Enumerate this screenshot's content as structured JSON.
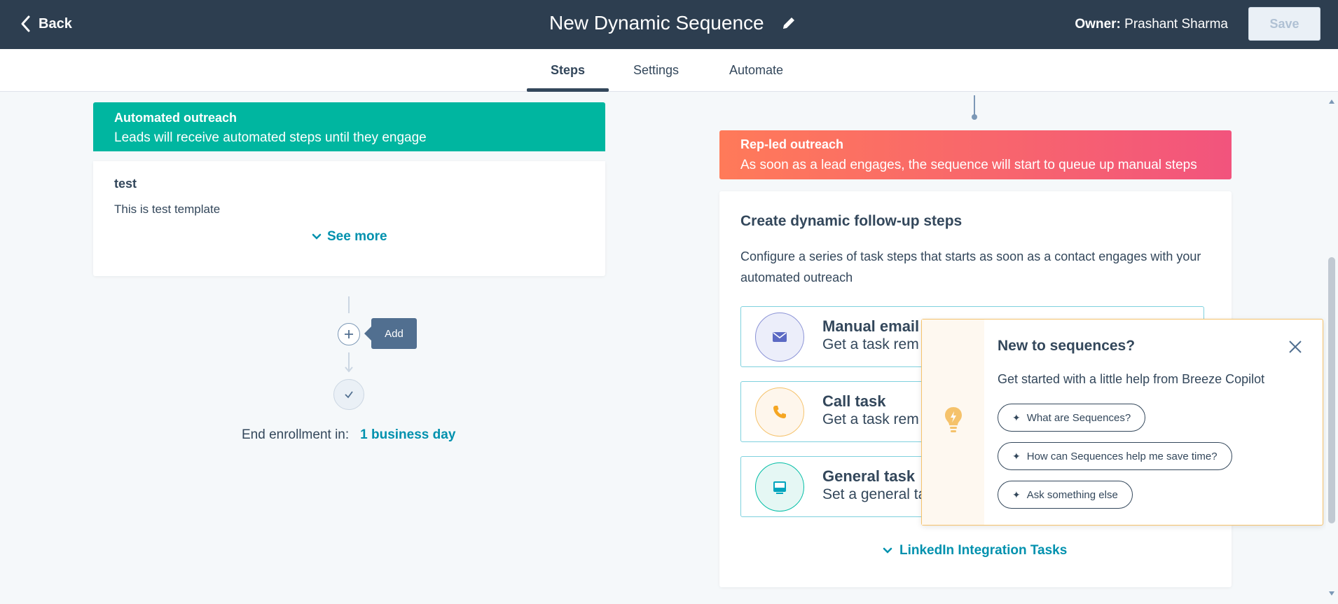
{
  "header": {
    "back_label": "Back",
    "title": "New Dynamic Sequence",
    "owner_label": "Owner:",
    "owner_name": "Prashant Sharma",
    "save_label": "Save"
  },
  "tabs": [
    {
      "label": "Steps",
      "active": true
    },
    {
      "label": "Settings",
      "active": false
    },
    {
      "label": "Automate",
      "active": false
    }
  ],
  "automated": {
    "title": "Automated outreach",
    "subtitle": "Leads will receive automated steps until they engage",
    "color": "#00b6a0",
    "step": {
      "title": "test",
      "body": "This is test template",
      "see_more": "See more"
    },
    "add_tooltip": "Add",
    "end_enrollment_label": "End enrollment in:",
    "end_enrollment_value": "1 business day"
  },
  "rep_led": {
    "title": "Rep-led outreach",
    "subtitle": "As soon as a lead engages, the sequence will start to queue up manual steps",
    "gradient": [
      "#ff7a59",
      "#f2547d"
    ]
  },
  "dynamic": {
    "title": "Create dynamic follow-up steps",
    "description": "Configure a series of task steps that starts as soon as a contact engages with your automated outreach",
    "tasks": [
      {
        "name": "Manual email",
        "desc": "Get a task rem",
        "icon": "envelope-icon"
      },
      {
        "name": "Call task",
        "desc": "Get a task rem",
        "icon": "phone-icon"
      },
      {
        "name": "General task",
        "desc": "Set a general ta",
        "icon": "task-card-icon"
      }
    ],
    "linkedin_label": "LinkedIn Integration Tasks"
  },
  "popup": {
    "title": "New to sequences?",
    "subtitle": "Get started with a little help from Breeze Copilot",
    "chips": [
      "What are Sequences?",
      "How can Sequences help me save time?",
      "Ask something else"
    ],
    "icon": "lightbulb-icon"
  }
}
